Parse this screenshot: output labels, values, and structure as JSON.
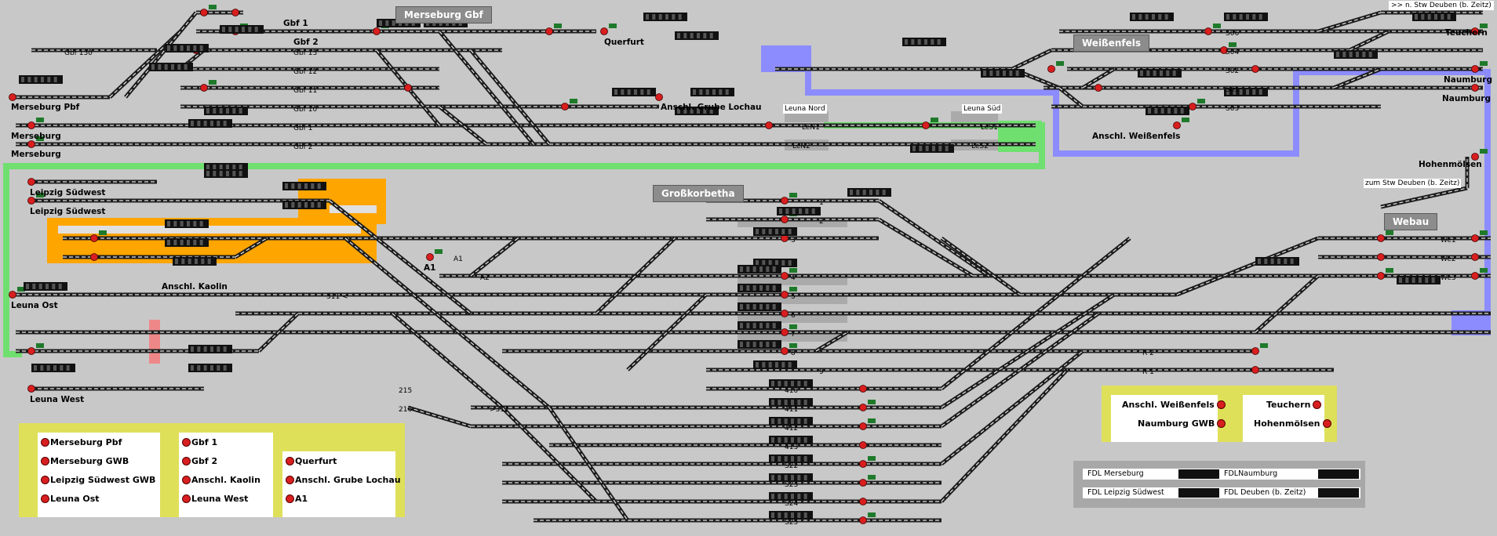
{
  "station_titles": {
    "merseburg_gbf": "Merseburg Gbf",
    "weissenfels": "Weißenfels",
    "grosskorbetha": "Großkorbetha",
    "webau": "Webau"
  },
  "top_right_link": ">> n. Stw Deuben (b. Zeitz)",
  "place_labels": {
    "gbf1": "Gbf 1",
    "gbf2": "Gbf 2",
    "gbf130": "Gbf 130",
    "gbf13": "Gbf 13",
    "gbf12": "Gbf 12",
    "gbf11": "Gbf 11",
    "gbf10": "Gbf 10",
    "gbf1_track": "Gbf 1",
    "gbf2_track": "Gbf 2",
    "querfurt": "Querfurt",
    "merseburg_pbf": "Merseburg Pbf",
    "merseburg_a": "Merseburg",
    "merseburg_b": "Merseburg",
    "anschl_grube": "Anschl. Grube Lochau",
    "leuna_nord": "Leuna Nord",
    "leuna_sued": "Leuna Süd",
    "len1": "LeN1",
    "len2": "LeN2",
    "les1": "LeS1",
    "les2": "LeS2",
    "teuchern": "Teuchern",
    "naumburg_a": "Naumburg",
    "naumburg_b": "Naumburg",
    "anschl_weissenfels": "Anschl. Weißenfels",
    "hohenmoelsen": "Hohenmölsen",
    "zum_stw": "zum Stw Deuben (b. Zeitz)",
    "leipzig_sw_a": "Leipzig Südwest",
    "leipzig_sw_b": "Leipzig Südwest",
    "anschl_kaolin": "Anschl. Kaolin",
    "leuna_ost": "Leuna Ost",
    "leuna_west": "Leuna West",
    "a1": "A1",
    "a1_track": "A1",
    "a2_track": "A2",
    "we1": "We1",
    "we2": "We2",
    "we3": "We3",
    "s06": "S06",
    "s04": "S04",
    "s02": "S02",
    "s01": "S01",
    "s03": "S03",
    "r2": "R 2",
    "r1": "R 1",
    "gt311": ">311",
    "s311": "311 <",
    "t215": "215",
    "t216": "216",
    "t410": "410",
    "t411": "411",
    "t412": "412",
    "t413": "413",
    "s22": "S22",
    "s23": "S23",
    "s24": "S24",
    "s25": "S25",
    "g1": "1",
    "g2": "2",
    "g3": "3",
    "g4": "4",
    "g5": "5",
    "g6": "6",
    "g7": "7",
    "g8": "8",
    "g9": "9"
  },
  "legend_left": {
    "col1": [
      "Merseburg Pbf",
      "Merseburg GWB",
      "Leipzig Südwest GWB",
      "Leuna Ost"
    ],
    "col2": [
      "Gbf 1",
      "Gbf 2",
      "Anschl. Kaolin",
      "Leuna West"
    ],
    "col3": [
      "Querfurt",
      "Anschl. Grube Lochau",
      "A1"
    ]
  },
  "legend_right": {
    "col1": [
      "Anschl. Weißenfels",
      "Naumburg GWB"
    ],
    "col2": [
      "Teuchern",
      "Hohenmölsen"
    ]
  },
  "fdl_panel": {
    "items": [
      "FDL Merseburg",
      "FDLNaumburg",
      "FDL Leipzig Südwest",
      "FDL Deuben (b. Zeitz)"
    ]
  },
  "colors": {
    "background": "#c8c8c8",
    "track": "#1c1c1c",
    "track_light": "#e6e6e6",
    "signal_red": "#d81e1e",
    "signal_green": "#1e7a2a",
    "zone_green": "#6fe06f",
    "zone_blue": "#8c8cff",
    "zone_orange": "#ffa500",
    "zone_pink": "#ee8888",
    "legend_yellow": "#dfe05a",
    "title_box": "#8c8c8c"
  }
}
